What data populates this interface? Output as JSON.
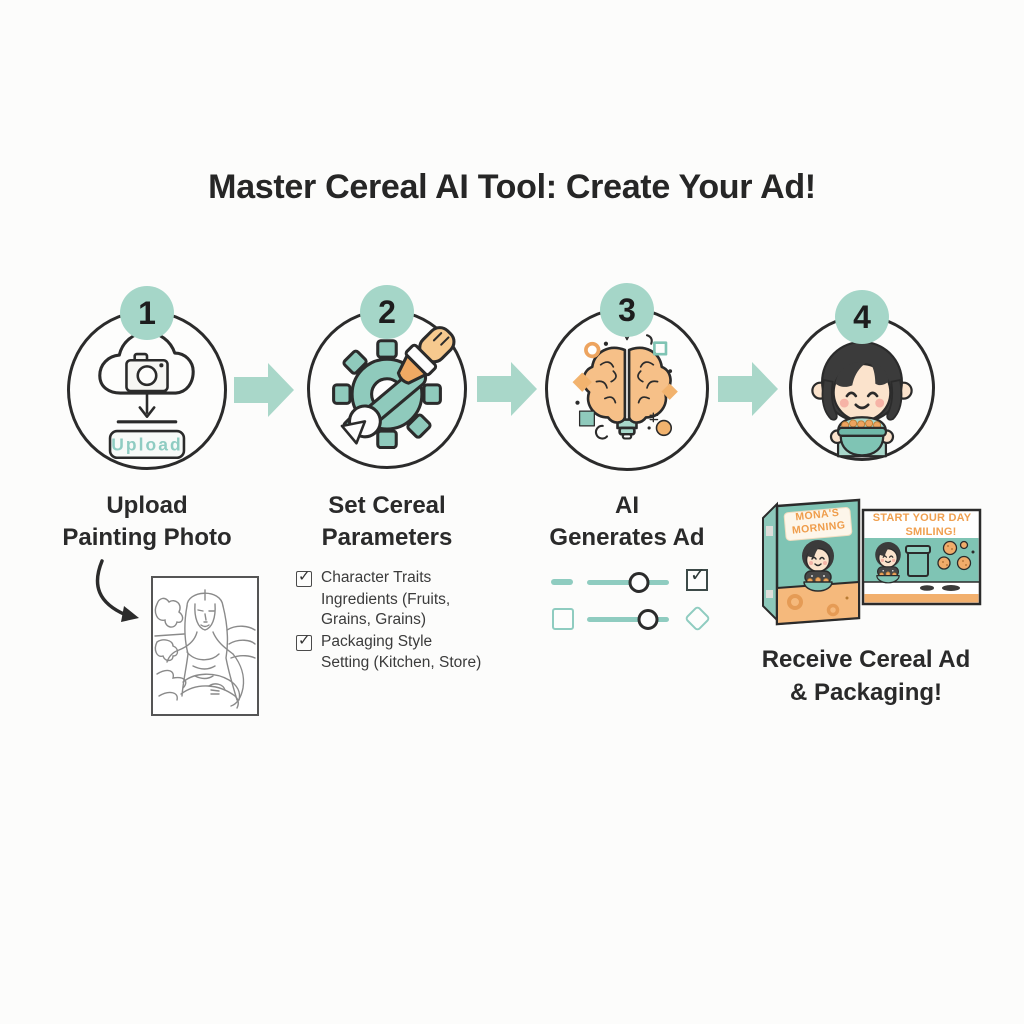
{
  "title": "Master Cereal AI Tool: Create Your Ad!",
  "colors": {
    "teal_light": "#a5d6c8",
    "teal": "#8fcabc",
    "teal_dark": "#7fc4b4",
    "orange": "#f0a050",
    "orange_light": "#f6c488",
    "ink": "#2b2b2b",
    "text": "#2a2a2a",
    "sketch_gray": "#8a8a8a"
  },
  "steps": [
    {
      "number": "1",
      "label_line1": "Upload",
      "label_line2": "Painting Photo",
      "button_label": "Upload",
      "icon": "cloud-camera-upload-icon"
    },
    {
      "number": "2",
      "label_line1": "Set Cereal",
      "label_line2": "Parameters",
      "icon": "gear-wrench-brush-icon"
    },
    {
      "number": "3",
      "label_line1": "AI",
      "label_line2": "Generates Ad",
      "icon": "brain-lightbulb-sparks-icon"
    },
    {
      "number": "4",
      "icon": "girl-with-cereal-bowl-icon"
    }
  ],
  "flow_arrow_icon": "arrow-right-icon",
  "upload_example": {
    "icon": "mona-lisa-sketch-drawing",
    "pointer_icon": "curved-arrow-icon"
  },
  "parameters": {
    "items": [
      {
        "checked": true,
        "text": "Character Traits"
      },
      {
        "checked": false,
        "text": "Ingredients (Fruits, Grains, Grains)"
      },
      {
        "checked": true,
        "text": "Packaging Style"
      },
      {
        "checked": false,
        "text": "Setting (Kitchen, Store)"
      }
    ]
  },
  "generation": {
    "sliders": [
      {
        "left_icon": "dash-icon",
        "knob_position_pct": 63,
        "right_icon": "checked-checkbox-icon"
      },
      {
        "left_icon": "square-outline-icon",
        "knob_position_pct": 74,
        "right_icon": "sparkle-diamond-icon"
      }
    ]
  },
  "packaging": {
    "box_title_line1": "MONA'S",
    "box_title_line2": "MORNING",
    "banner_line1": "START YOUR DAY",
    "banner_line2": "SMILING!"
  },
  "result": {
    "label_line1": "Receive Cereal Ad",
    "label_line2": "& Packaging!"
  }
}
